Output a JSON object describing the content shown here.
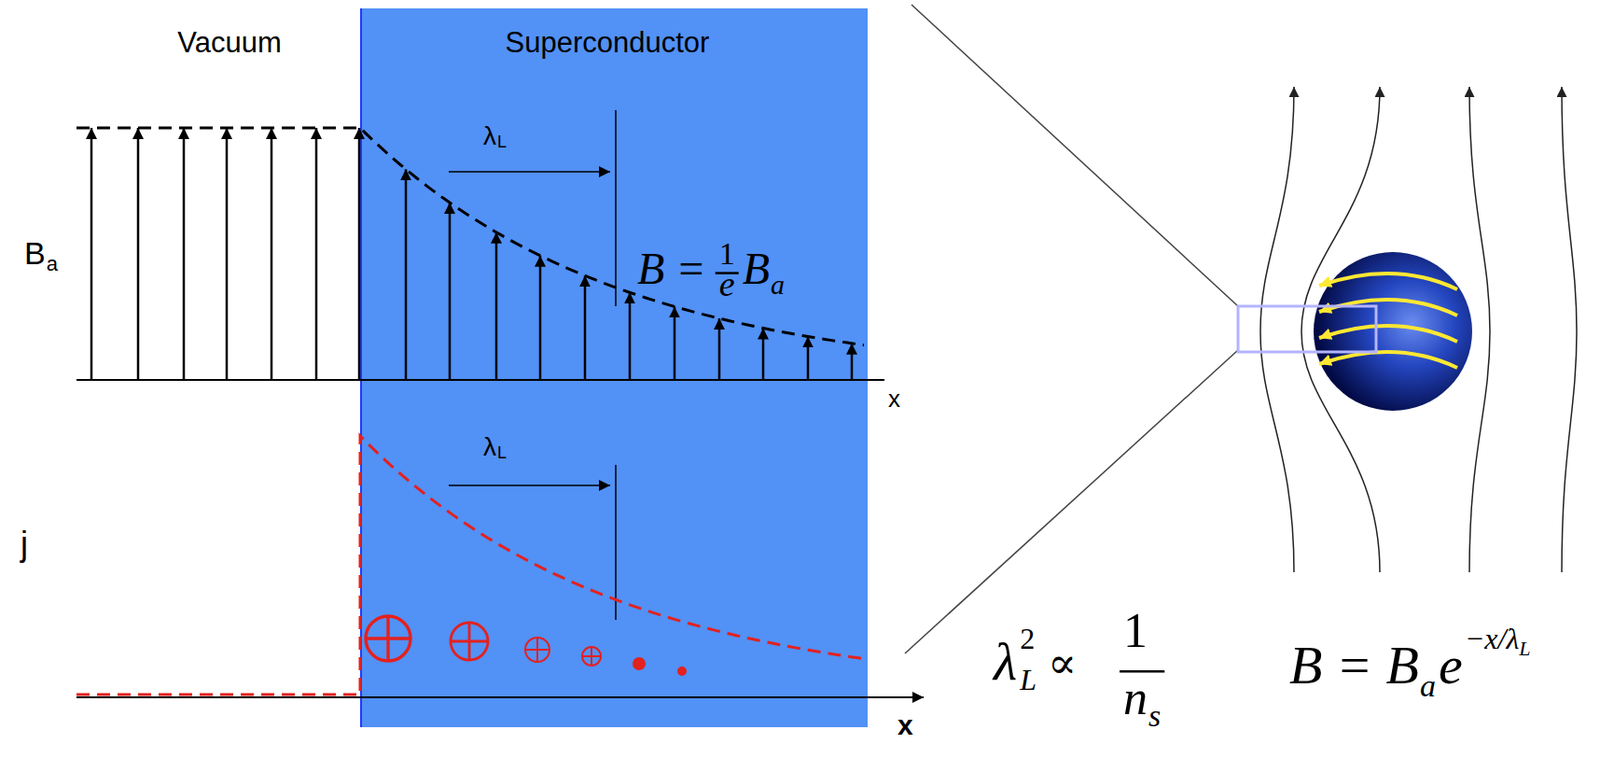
{
  "diagram": {
    "labels": [
      "Vacuum",
      "Superconductor",
      "B",
      "a",
      "λ",
      "L",
      "B =",
      "1",
      "e",
      "B",
      "a",
      "x",
      "j",
      "λ",
      "L",
      "x",
      "λ",
      "2",
      "L",
      "∝",
      "1",
      "n",
      "s",
      "B = B",
      "a",
      "e",
      "−x/λ",
      "L"
    ]
  }
}
